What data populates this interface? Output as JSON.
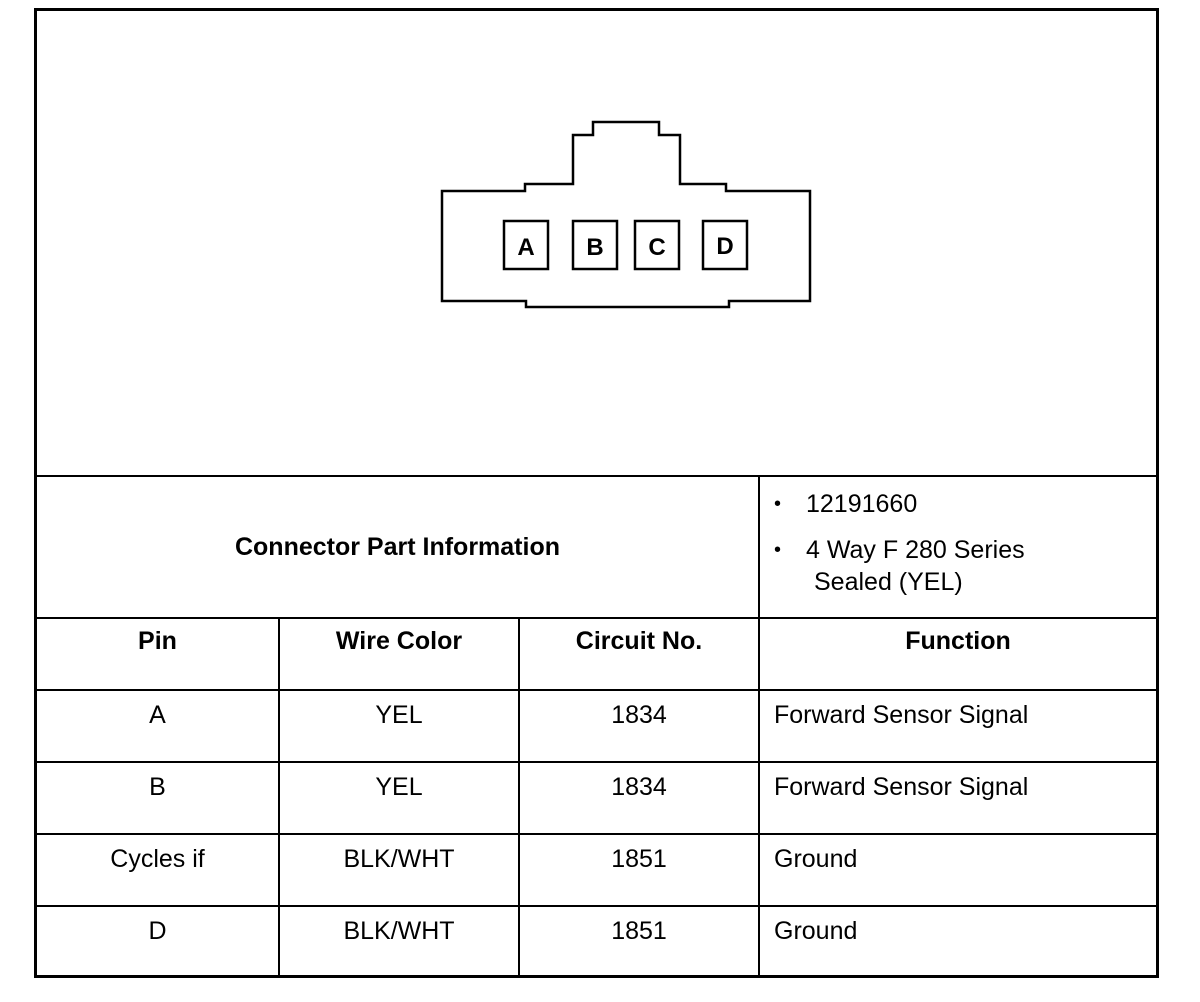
{
  "connector": {
    "pins": [
      "A",
      "B",
      "C",
      "D"
    ]
  },
  "part_info": {
    "title": "Connector Part Information",
    "items": [
      {
        "line1": "12191660",
        "line2": ""
      },
      {
        "line1": "4 Way F 280 Series",
        "line2": "Sealed (YEL)"
      }
    ]
  },
  "table": {
    "headers": {
      "pin": "Pin",
      "wire_color": "Wire Color",
      "circuit_no": "Circuit No.",
      "function": "Function"
    },
    "rows": [
      {
        "pin": "A",
        "wire_color": "YEL",
        "circuit_no": "1834",
        "function": "Forward Sensor Signal"
      },
      {
        "pin": "B",
        "wire_color": "YEL",
        "circuit_no": "1834",
        "function": "Forward Sensor Signal"
      },
      {
        "pin": "Cycles if",
        "wire_color": "BLK/WHT",
        "circuit_no": "1851",
        "function": "Ground"
      },
      {
        "pin": "D",
        "wire_color": "BLK/WHT",
        "circuit_no": "1851",
        "function": "Ground"
      }
    ]
  }
}
